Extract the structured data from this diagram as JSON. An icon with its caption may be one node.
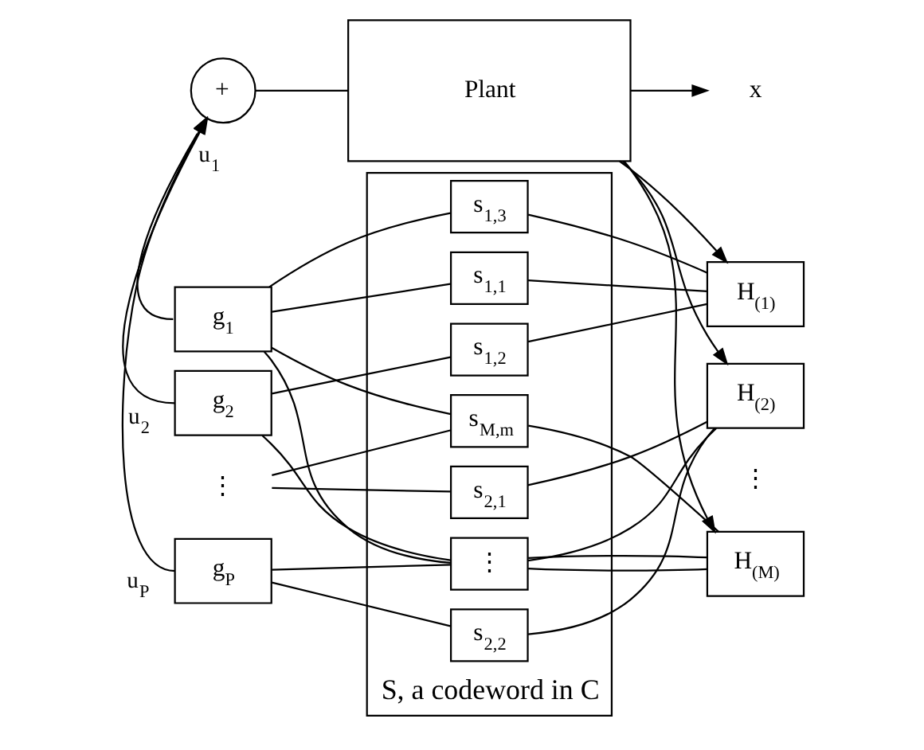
{
  "diagram": {
    "nodes": [
      {
        "text": [
          "+"
        ]
      },
      {
        "text": [
          "Plant"
        ]
      },
      {
        "text": [
          "x"
        ]
      },
      {
        "text": [
          "g$_{1}$"
        ]
      },
      {
        "text": [
          "g$_{2}$"
        ]
      },
      {
        "text": [
          "⋮"
        ]
      },
      {
        "text": [
          "g$_{P}$"
        ]
      },
      {
        "text": [
          "S, a codeword in C"
        ]
      },
      {
        "text": [
          "s$_{1,1}$"
        ],
        "in": 7
      },
      {
        "text": [
          "s$_{1,2}$"
        ],
        "in": 7
      },
      {
        "text": [
          "s$_{1,3}$"
        ],
        "in": 7
      },
      {
        "text": [
          "s$_{2,1}$"
        ],
        "in": 7
      },
      {
        "text": [
          "s$_{2,2}$"
        ],
        "in": 7
      },
      {
        "text": [
          "⋮"
        ],
        "in": 7
      },
      {
        "text": [
          "s$_{M,m}$"
        ],
        "in": 7
      },
      {
        "text": [
          "H$_{(1)}$"
        ]
      },
      {
        "text": [
          "H$_{(2)}$"
        ]
      },
      {
        "text": [
          "H$_{(M)}$"
        ]
      }
    ],
    "edges": [
      {
        "from": 0,
        "to": 1,
        "arrow": "none"
      },
      {
        "from": 1,
        "to": 2,
        "arrow": "to"
      },
      {
        "from": 1,
        "to": 15,
        "arrow": "to"
      },
      {
        "from": 1,
        "to": 16,
        "arrow": "to"
      },
      {
        "from": 1,
        "to": 17,
        "arrow": "to"
      },
      {
        "from": 3,
        "to": 0,
        "arrow": "to",
        "label": "u$_{1}$"
      },
      {
        "from": 4,
        "to": 0,
        "arrow": "to",
        "label": "u$_{2}$"
      },
      {
        "from": 6,
        "to": 0,
        "arrow": "to",
        "label": "u$_{P}$"
      },
      {
        "from": 3,
        "to": 8,
        "arrow": "none"
      },
      {
        "from": 3,
        "to": 10,
        "arrow": "none"
      },
      {
        "from": 3,
        "to": 13,
        "arrow": "none"
      },
      {
        "from": 3,
        "to": 14,
        "arrow": "none"
      },
      {
        "from": 4,
        "to": 9,
        "arrow": "none"
      },
      {
        "from": 4,
        "to": 13,
        "arrow": "none"
      },
      {
        "from": 5,
        "to": 11,
        "arrow": "none"
      },
      {
        "from": 5,
        "to": 14,
        "arrow": "none"
      },
      {
        "from": 6,
        "to": 12,
        "arrow": "none"
      },
      {
        "from": 6,
        "to": 13,
        "arrow": "none"
      },
      {
        "from": 8,
        "to": 15,
        "arrow": "none"
      },
      {
        "from": 9,
        "to": 15,
        "arrow": "none"
      },
      {
        "from": 10,
        "to": 15,
        "arrow": "none"
      },
      {
        "from": 11,
        "to": 16,
        "arrow": "none"
      },
      {
        "from": 12,
        "to": 16,
        "arrow": "none"
      },
      {
        "from": 13,
        "to": 16,
        "arrow": "none"
      },
      {
        "from": 13,
        "to": 17,
        "arrow": "none"
      },
      {
        "from": 13,
        "to": 17,
        "arrow": "none"
      },
      {
        "from": 14,
        "to": 17,
        "arrow": "none"
      }
    ],
    "labels": [
      "⋮"
    ]
  }
}
